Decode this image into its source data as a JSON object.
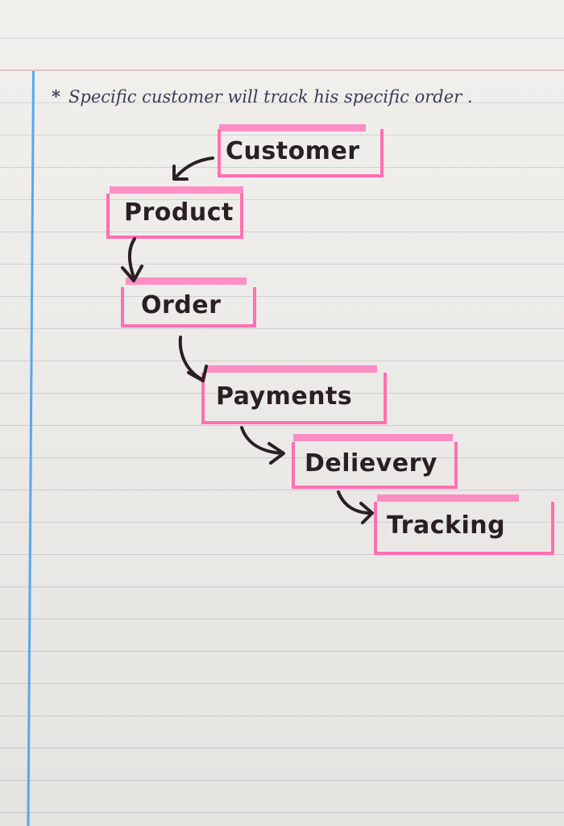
{
  "note": {
    "bullet": "*",
    "text": "Specific customer will track his specific order ."
  },
  "flow": {
    "nodes": [
      {
        "id": "customer",
        "label": "Customer"
      },
      {
        "id": "product",
        "label": "Product"
      },
      {
        "id": "order",
        "label": "Order"
      },
      {
        "id": "payments",
        "label": "Payments"
      },
      {
        "id": "delivery",
        "label": "Delievery"
      },
      {
        "id": "tracking",
        "label": "Tracking"
      }
    ],
    "edges": [
      [
        "customer",
        "product"
      ],
      [
        "product",
        "order"
      ],
      [
        "order",
        "payments"
      ],
      [
        "payments",
        "delivery"
      ],
      [
        "delivery",
        "tracking"
      ]
    ],
    "colors": {
      "highlighter": "#ff6fb3",
      "ink": "#2a1f22",
      "margin_line": "#5aa7ea"
    }
  }
}
